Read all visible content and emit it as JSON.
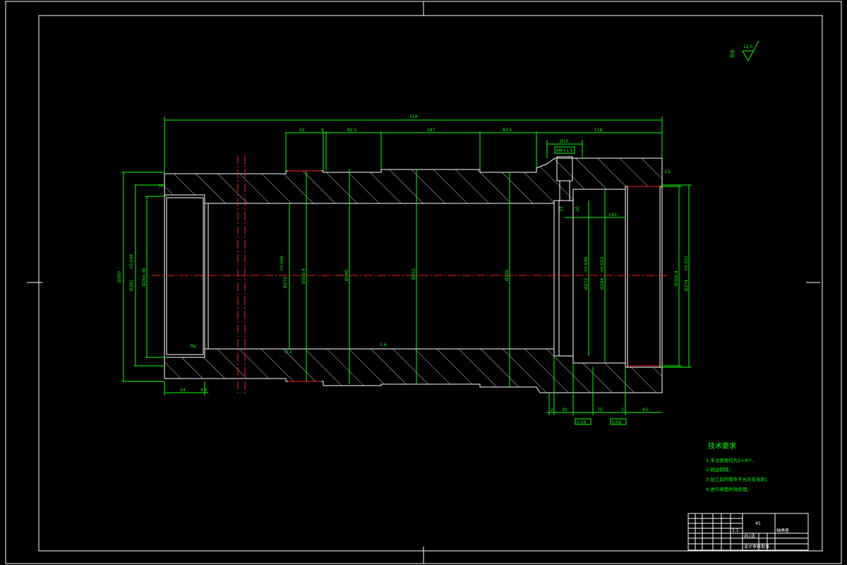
{
  "roughness": {
    "value": "12.5",
    "label": "其余"
  },
  "dims": {
    "overall": "318",
    "seg1": "52",
    "seg2": "8",
    "seg3": "82.5",
    "seg4": "147",
    "seg5": "82.5",
    "seg6": "118",
    "hole_top": "Ø10",
    "hole_thread": "M8×1.5",
    "left_outer": "Ø300",
    "left_bore1": "Ø282",
    "left_bore1_tol": "+0.046",
    "left_bore2": "Ø260.36",
    "mid_bore1": "Ø270",
    "mid_bore1_tol": "+0.046",
    "mid_outer1": "Ø300.4",
    "mid_bore2": "Ø290",
    "center": "Ø255",
    "mid_bore3": "Ø230",
    "right_bore1": "Ø272",
    "right_bore1_tol": "+0.046",
    "right_bore2": "Ø284",
    "right_bore2_tol": "+0.052",
    "right_outer": "Ø300.4",
    "right_bore3": "Ø274",
    "right_bore3_tol": "+0.052",
    "bot_left1": "54",
    "bot_left2": "4.5",
    "bot_r1": "2",
    "bot_r2": "30",
    "bot_r3": "75",
    "bot_r4": "3",
    "bot_r5": "43",
    "side_145": "145",
    "side_33": "33",
    "side_20": "20",
    "ra_left": "Ra",
    "ra_mid": "1.6",
    "chamfer_top": "C5",
    "ra_right": "3.2",
    "angle": "30°",
    "tol_box1": "0.04",
    "tol_box2": "0.04"
  },
  "tech": {
    "title": "技术要求",
    "items": [
      "1.未注倒角均为2×45°，",
      "2.锐边倒钝；",
      "3.加工后的零件不允许有毛刺；",
      "4.进行表面时效处理。"
    ]
  },
  "titleblock": {
    "part_name": "轴承座",
    "material": "45",
    "scale": "1:1",
    "sheet": "共1张",
    "design": "设计",
    "check": "审核",
    "approve": "批准"
  }
}
